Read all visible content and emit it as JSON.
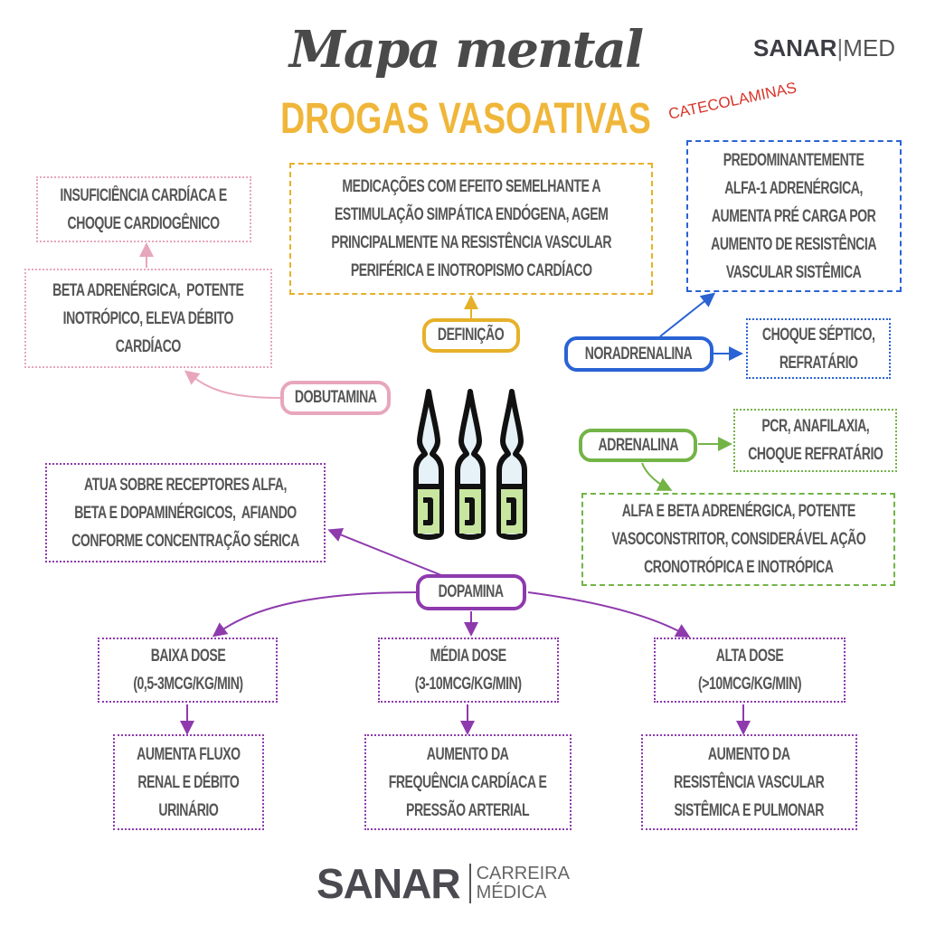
{
  "header": {
    "title": "Mapa mental",
    "subtitle": "DROGAS VASOATIVAS",
    "tag": "CATECOLAMINAS",
    "brand_top_bold": "SANAR",
    "brand_top_light": "MED"
  },
  "definition": {
    "label": "DEFINIÇÃO",
    "text": "MEDICAÇÕES COM EFEITO SEMELHANTE A\nESTIMULAÇÃO SIMPÁTICA ENDÓGENA, AGEM\nPRINCIPALMENTE NA RESISTÊNCIA VASCULAR\nPERIFÉRICA E INOTROPISMO CARDÍACO"
  },
  "dobutamina": {
    "label": "DOBUTAMINA",
    "mechanism": "BETA ADRENÉRGICA,  POTENTE\nINOTRÓPICO, ELEVA DÉBITO\nCARDÍACO",
    "indication": "INSUFICIÊNCIA CARDÍACA E\nCHOQUE CARDIOGÊNICO"
  },
  "noradrenalina": {
    "label": "NORADRENALINA",
    "mechanism": "PREDOMINANTEMENTE\nALFA-1 ADRENÉRGICA,\nAUMENTA PRÉ CARGA POR\nAUMENTO DE RESISTÊNCIA\nVASCULAR SISTÊMICA",
    "indication": "CHOQUE SÉPTICO,\nREFRATÁRIO"
  },
  "adrenalina": {
    "label": "ADRENALINA",
    "indication": "PCR, ANAFILAXIA,\nCHOQUE REFRATÁRIO",
    "mechanism": "ALFA E BETA ADRENÉRGICA, POTENTE\nVASOCONSTRITOR, CONSIDERÁVEL AÇÃO\nCRONOTRÓPICA E INOTRÓPICA"
  },
  "dopamina": {
    "label": "DOPAMINA",
    "mechanism": "ATUA SOBRE RECEPTORES ALFA,\nBETA E DOPAMINÉRGICOS,  AFIANDO\nCONFORME CONCENTRAÇÃO SÉRICA",
    "doses": [
      {
        "dose": "BAIXA DOSE\n(0,5-3MCG/KG/MIN)",
        "effect": "AUMENTA FLUXO\nRENAL E DÉBITO\nURINÁRIO"
      },
      {
        "dose": "MÉDIA DOSE\n(3-10MCG/KG/MIN)",
        "effect": "AUMENTO DA\nFREQUÊNCIA CARDÍACA E\nPRESSÃO ARTERIAL"
      },
      {
        "dose": "ALTA DOSE\n(>10MCG/KG/MIN)",
        "effect": "AUMENTO DA\nRESISTÊNCIA VASCULAR\nSISTÊMICA E PULMONAR"
      }
    ]
  },
  "footer": {
    "brand_bold": "SANAR",
    "brand_line1": "CARREIRA",
    "brand_line2": "MÉDICA"
  },
  "colors": {
    "dobutamina": "#e8a6bd",
    "definicao": "#e6b12a",
    "noradrenalina": "#2a63d4",
    "adrenalina": "#73b447",
    "dopamina": "#8e3aad",
    "text": "#555555"
  }
}
